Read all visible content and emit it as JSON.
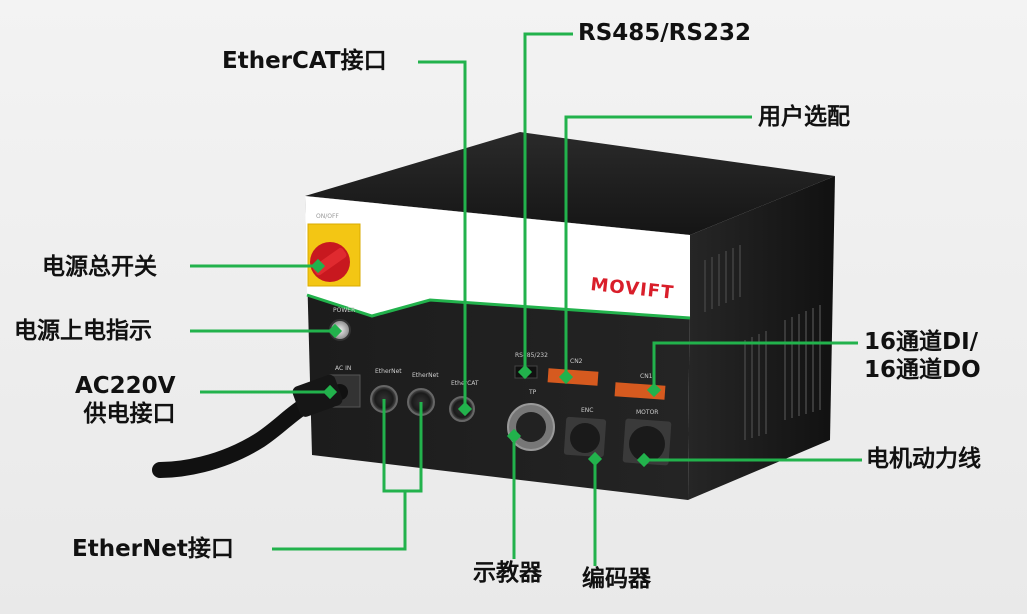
{
  "brand": {
    "logo_text": "MOVIFT",
    "logo_color": "#d91e2a"
  },
  "accent_color": "#22b24c",
  "panel_markings": {
    "on_off": "ON/OFF",
    "power": "POWER",
    "ac_in": "AC IN",
    "ethernet_1": "EtherNet",
    "ethernet_2": "EtherNet",
    "ethercat": "EtherCAT",
    "rs485": "RS485/232",
    "cn2": "CN2",
    "cn1": "CN1",
    "tp": "TP",
    "enc": "ENC",
    "motor": "MOTOR"
  },
  "callouts": {
    "ethercat": "EtherCAT接口",
    "rs485": "RS485/RS232",
    "user_option": "用户选配",
    "main_switch": "电源总开关",
    "power_indicator": "电源上电指示",
    "ac_power_line1": "AC220V",
    "ac_power_line2": "供电接口",
    "io_line1": "16通道DI/",
    "io_line2": "16通道DO",
    "motor_power": "电机动力线",
    "ethernet": "EtherNet接口",
    "teach_pendant": "示教器",
    "encoder": "编码器"
  }
}
